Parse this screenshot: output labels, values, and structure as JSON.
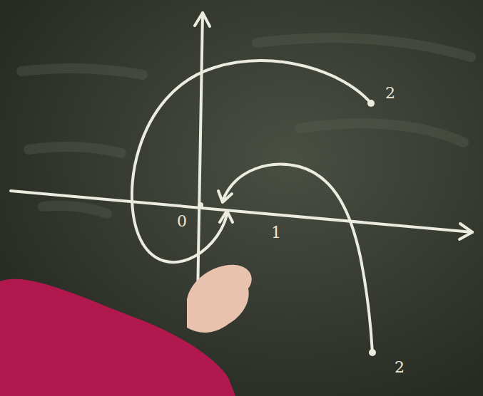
{
  "diagram": {
    "labels": [
      "0",
      "1",
      "2",
      "2"
    ]
  }
}
